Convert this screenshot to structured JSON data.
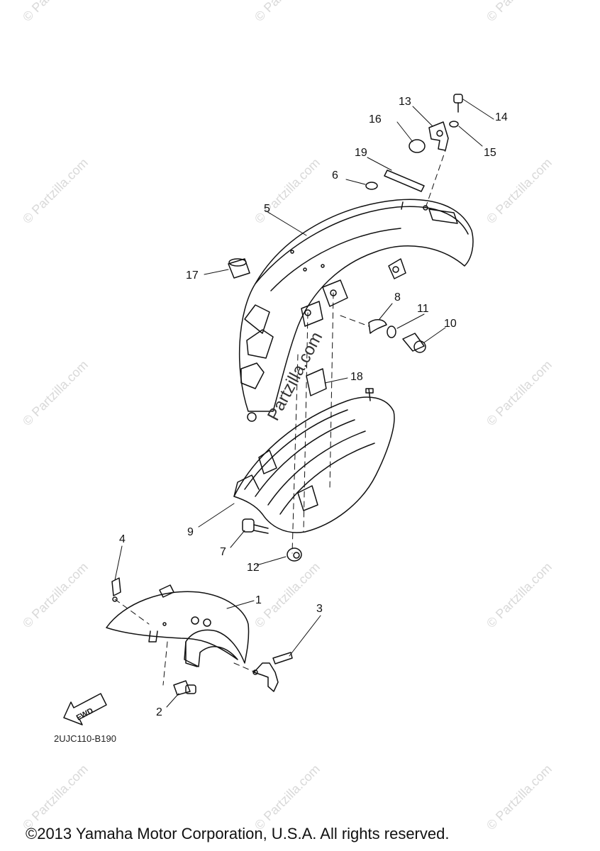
{
  "diagram": {
    "code": "2UJC110-B190",
    "copyright": "©2013 Yamaha Motor Corporation, U.S.A. All rights reserved.",
    "watermark": "© Partzilla.com",
    "center_watermark": "Partzilla.com",
    "fwd_label": "FWD",
    "callouts": [
      "1",
      "2",
      "3",
      "4",
      "5",
      "6",
      "7",
      "8",
      "9",
      "10",
      "11",
      "12",
      "13",
      "14",
      "15",
      "16",
      "17",
      "18",
      "19"
    ]
  }
}
